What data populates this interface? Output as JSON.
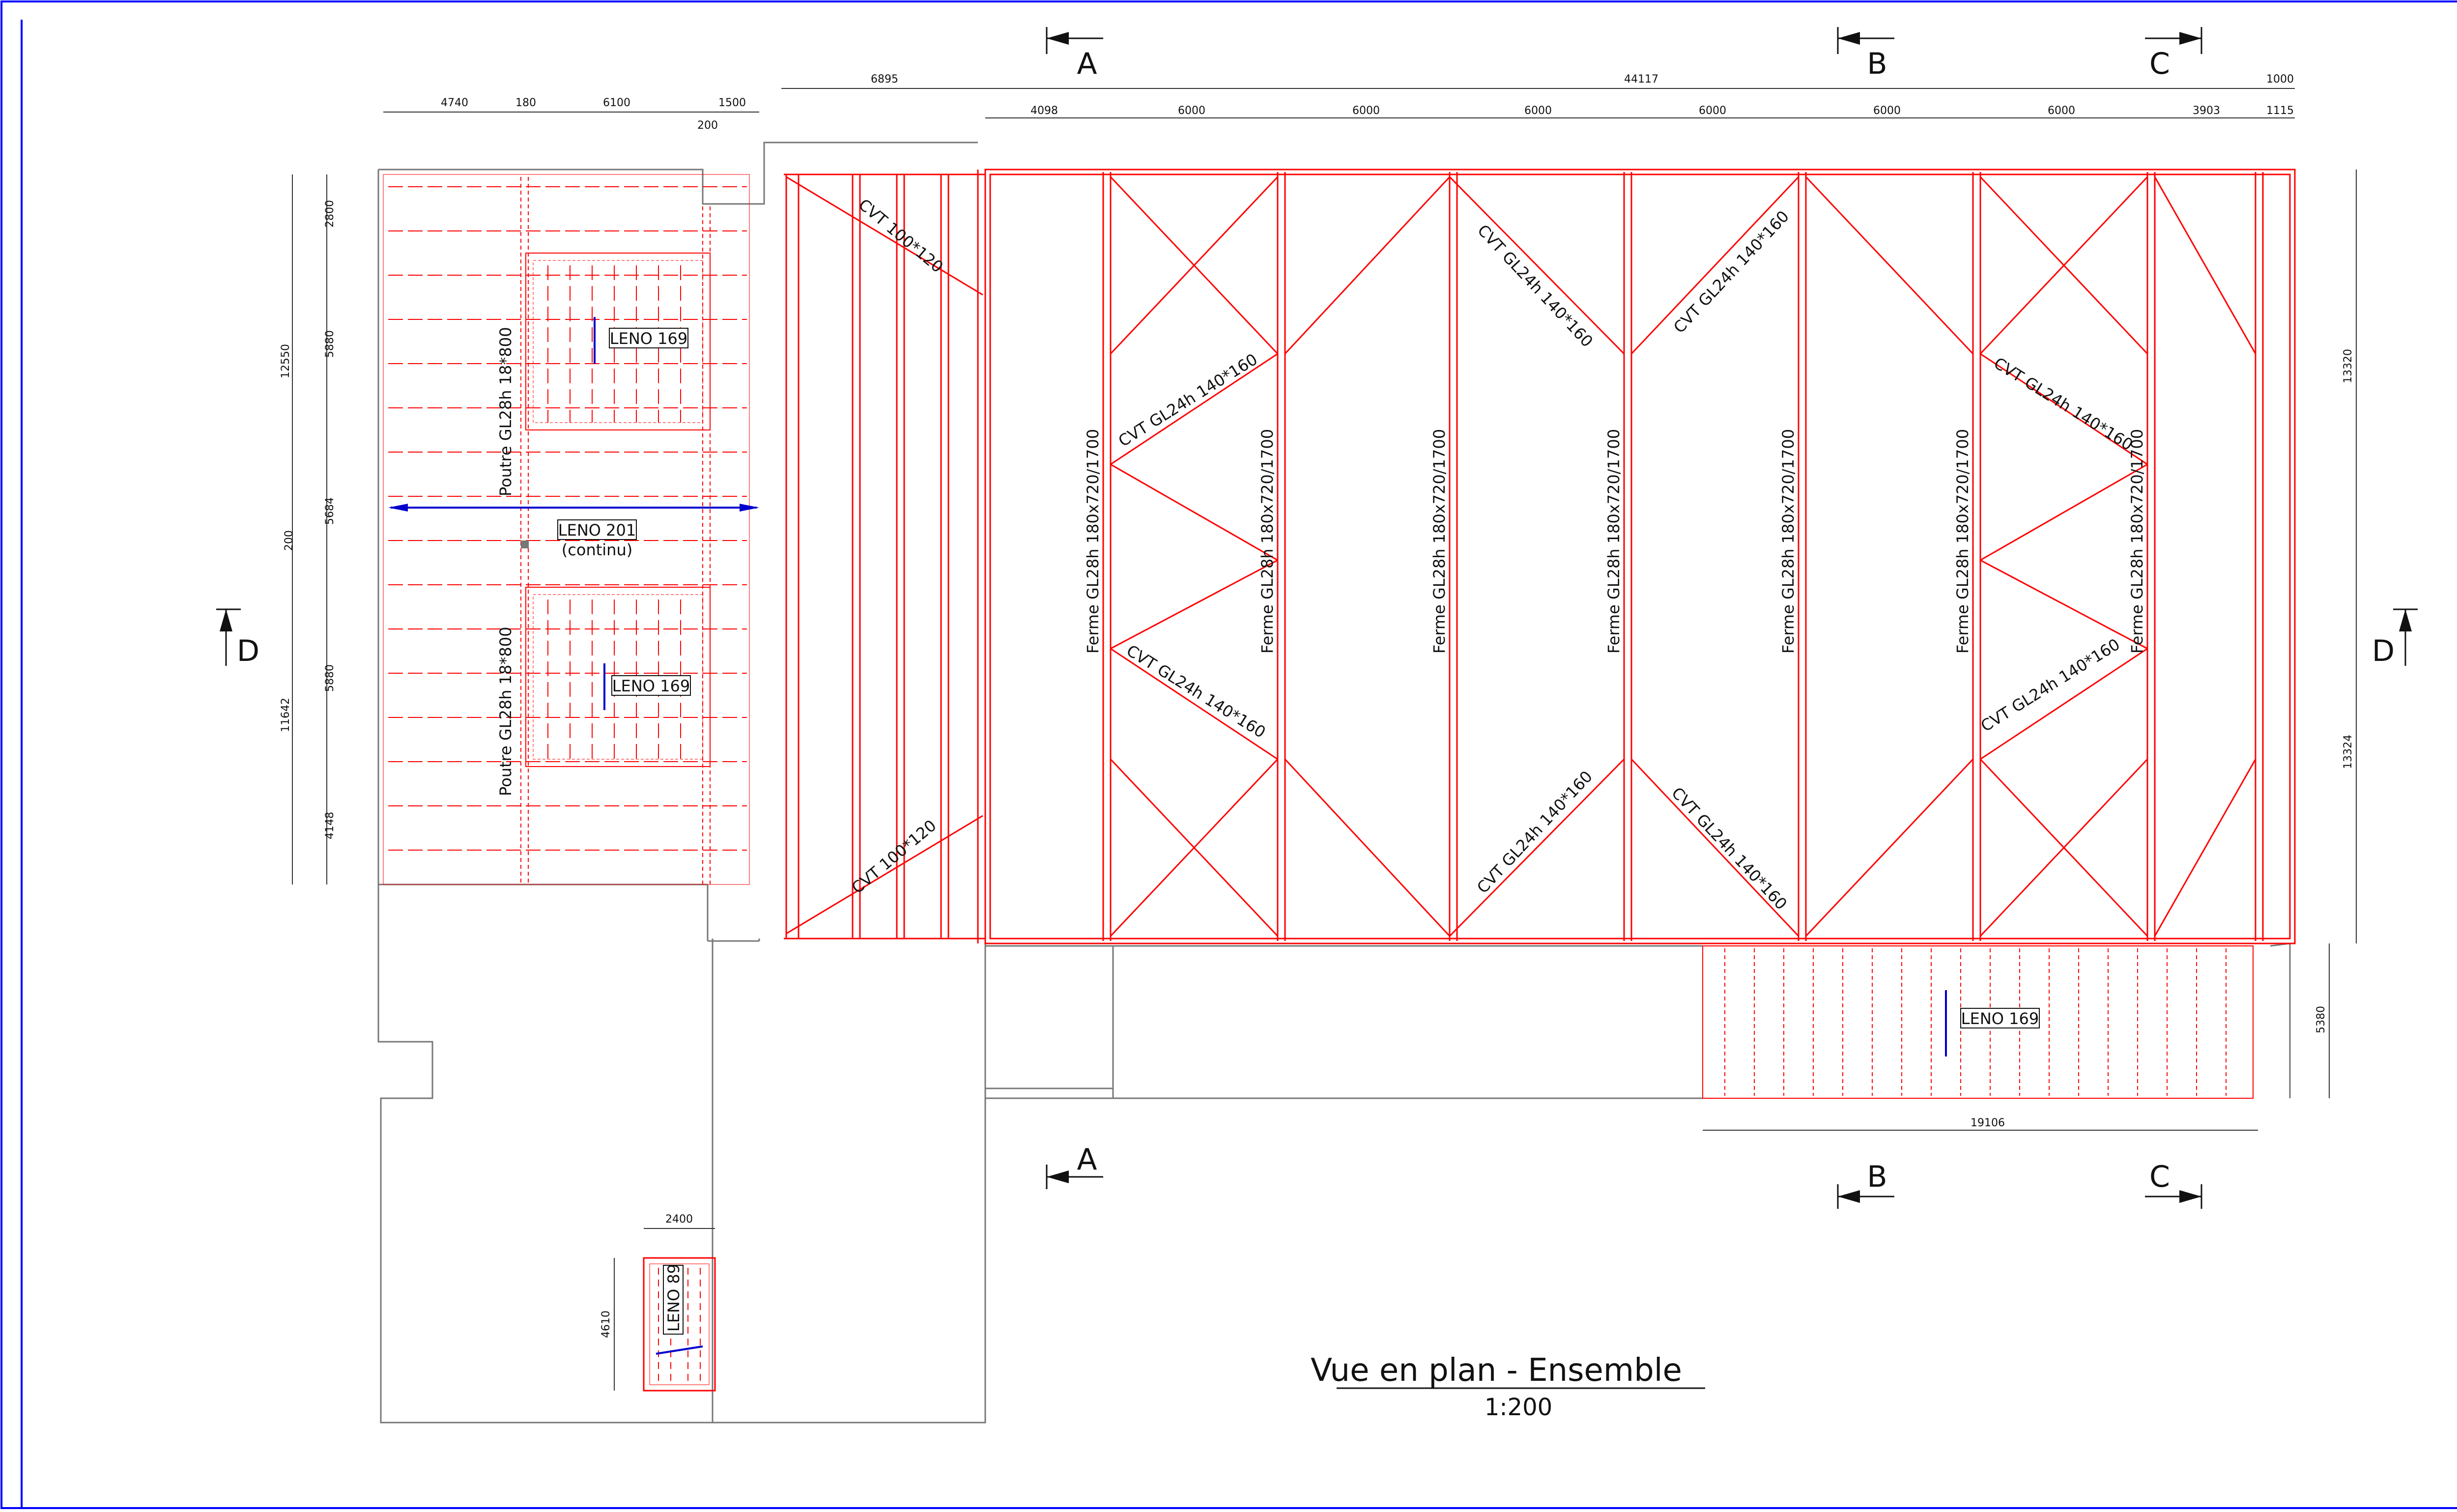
{
  "title": "Vue en plan - Ensemble",
  "scale": "1:200",
  "colors": {
    "structure": "#ff0000",
    "outline": "#777777",
    "text": "#111111",
    "dimension": "#333333",
    "marker": "#0000cc",
    "frame": "#0000ff"
  },
  "sections": {
    "A": "A",
    "B": "B",
    "C": "C",
    "D": "D"
  },
  "dims_top_left": [
    "4740",
    "180",
    "6100",
    "1500",
    "200"
  ],
  "dims_top_mid": "6895",
  "dims_top_total": "44117",
  "dims_top_right": "1000",
  "dims_top_row2": [
    "4098",
    "6000",
    "6000",
    "6000",
    "6000",
    "6000",
    "6000",
    "3903",
    "1115"
  ],
  "dims_left": [
    "2800",
    "5880",
    "5684",
    "200",
    "5880",
    "4148"
  ],
  "dims_left_totals": [
    "12550",
    "11642"
  ],
  "dims_right": [
    "13320",
    "13324",
    "5380"
  ],
  "dims_bottom": "19106",
  "dims_small": [
    "2400",
    "4610"
  ],
  "labels": {
    "cvt_small_top": "CVT 100*120",
    "cvt_small_bottom": "CVT 100*120",
    "cvt_gl24h": "CVT GL24h 140*160",
    "ferme": "Ferme GL28h 180x720/1700",
    "poutre": "Poutre GL28h 18*800",
    "leno169": "LENO 169",
    "leno201": "LENO 201",
    "leno201_note": "(continu)",
    "leno89": "LENO 89"
  }
}
